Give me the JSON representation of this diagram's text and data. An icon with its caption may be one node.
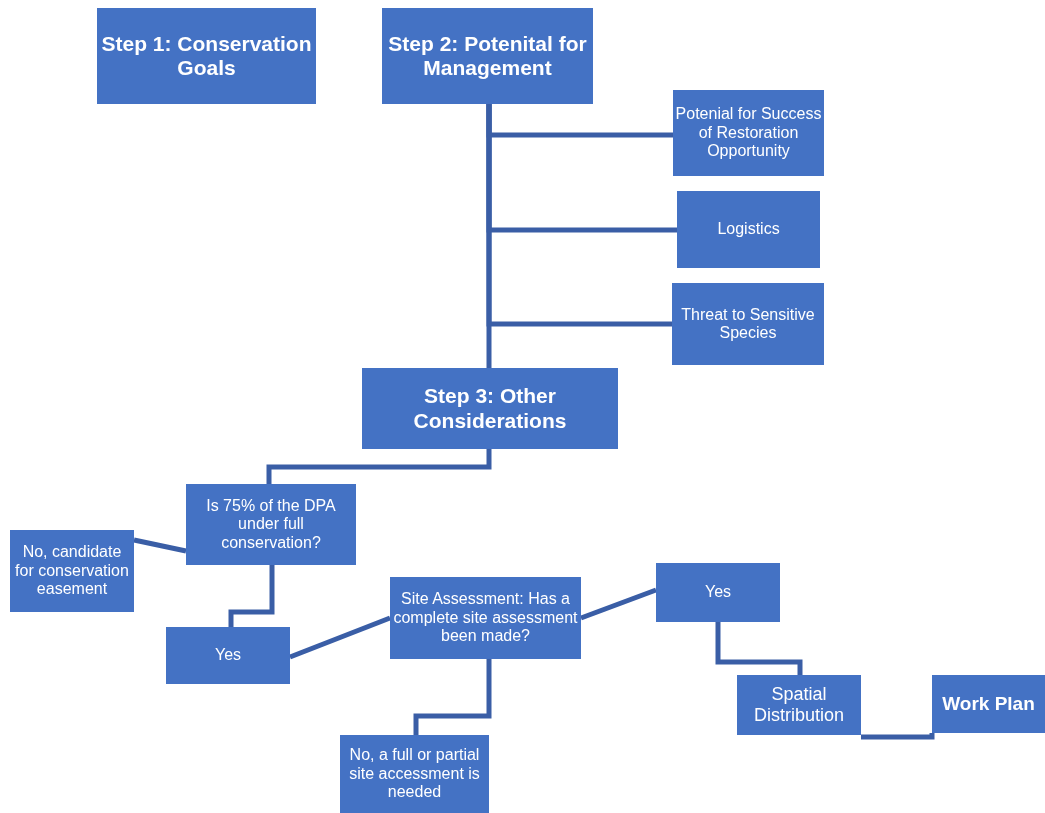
{
  "diagram": {
    "nodes": [
      {
        "text": [
          "Step 1: Conservation Goals"
        ]
      },
      {
        "text": [
          "Step 2: Potenital for Management"
        ]
      },
      {
        "text": [
          "Potenial for Success of Restoration Opportunity"
        ]
      },
      {
        "text": [
          "Logistics"
        ]
      },
      {
        "text": [
          "Threat to Sensitive Species"
        ]
      },
      {
        "text": [
          "Step 3: Other Considerations"
        ]
      },
      {
        "text": [
          "Is 75% of the DPA under full conservation?"
        ]
      },
      {
        "text": [
          "No, candidate for conservation easement"
        ]
      },
      {
        "text": [
          "Yes"
        ]
      },
      {
        "text": [
          "Site Assessment: Has a complete site assessment been made?"
        ]
      },
      {
        "text": [
          "Yes"
        ]
      },
      {
        "text": [
          "No, a full or partial site accessment is needed"
        ]
      },
      {
        "text": [
          "Spatial Distribution"
        ]
      },
      {
        "text": [
          "Work Plan"
        ]
      }
    ],
    "edges": [
      {
        "from": 1,
        "to": 2,
        "arrow": "none"
      },
      {
        "from": 1,
        "to": 3,
        "arrow": "none"
      },
      {
        "from": 1,
        "to": 4,
        "arrow": "none"
      },
      {
        "from": 1,
        "to": 5,
        "arrow": "none"
      },
      {
        "from": 5,
        "to": 6,
        "arrow": "none"
      },
      {
        "from": 6,
        "to": 7,
        "arrow": "none"
      },
      {
        "from": 6,
        "to": 8,
        "arrow": "none"
      },
      {
        "from": 8,
        "to": 9,
        "arrow": "none"
      },
      {
        "from": 9,
        "to": 10,
        "arrow": "none"
      },
      {
        "from": 9,
        "to": 11,
        "arrow": "none"
      },
      {
        "from": 10,
        "to": 12,
        "arrow": "none"
      },
      {
        "from": 12,
        "to": 13,
        "arrow": "none"
      }
    ]
  }
}
